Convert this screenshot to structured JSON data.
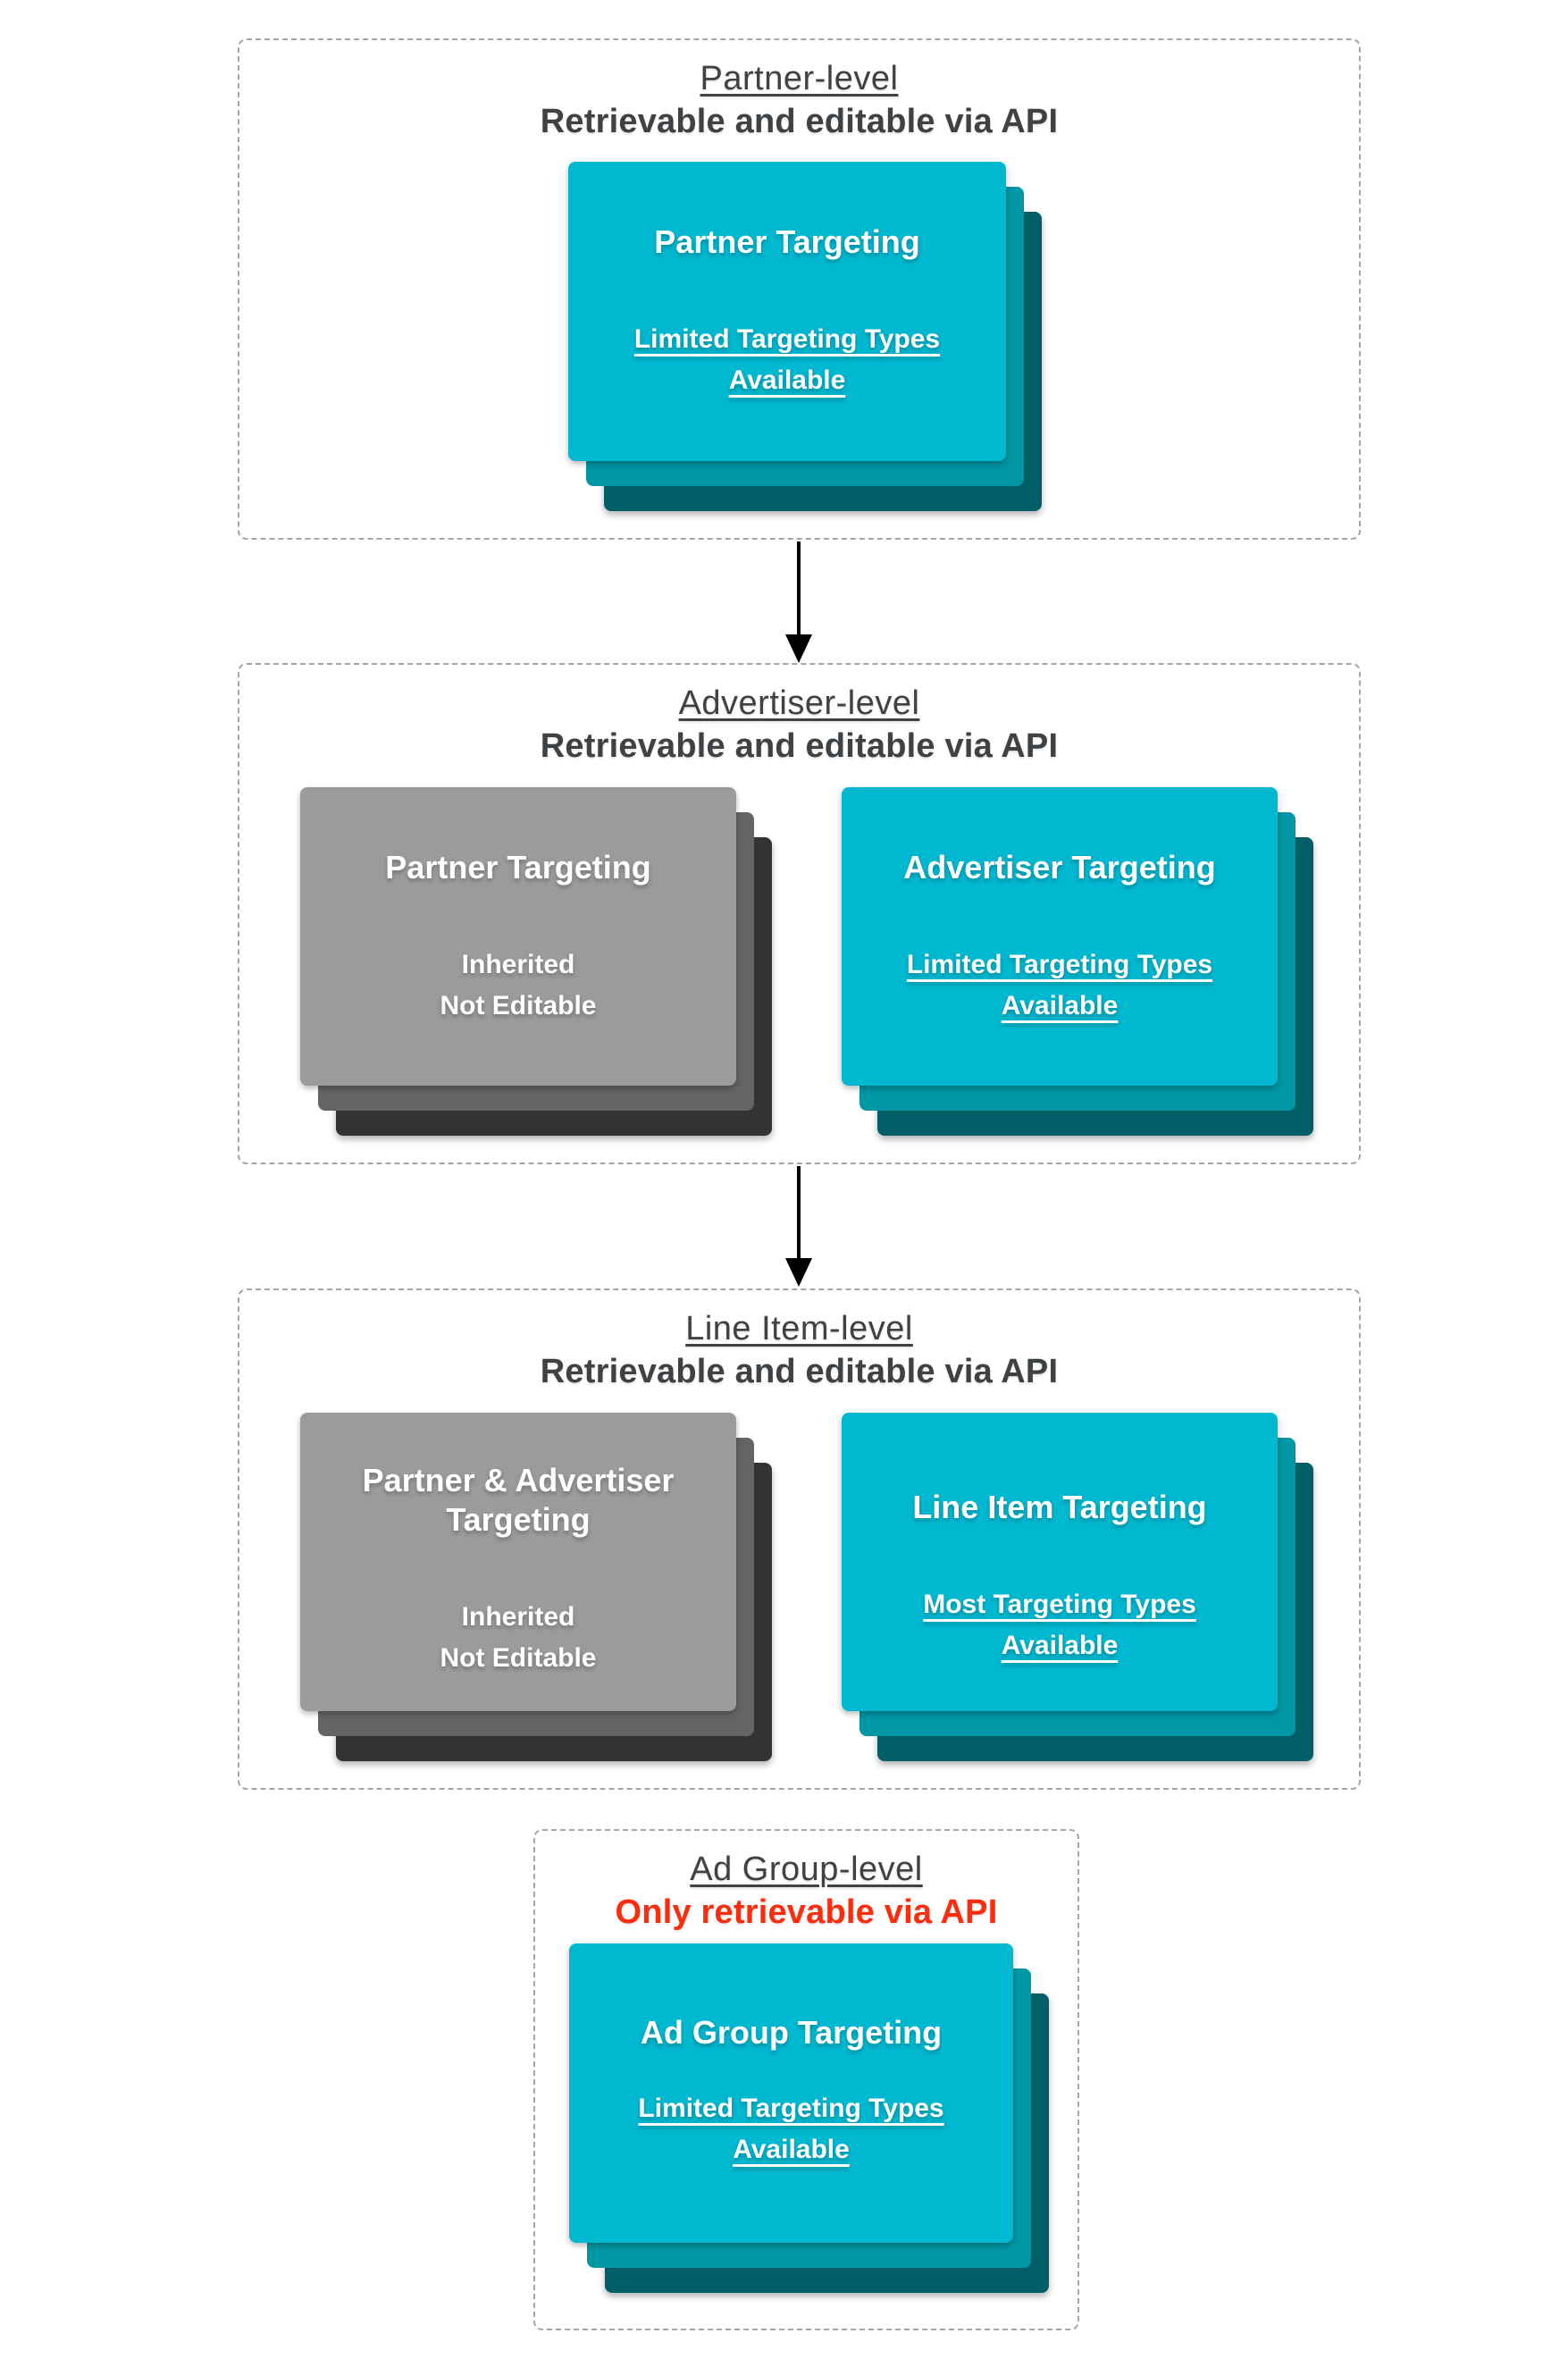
{
  "diagram": {
    "sections": [
      {
        "level_label": "Partner-level",
        "access_label": "Retrievable and editable via API",
        "cards": [
          {
            "variant": "teal",
            "title_lines": [
              "Partner Targeting"
            ],
            "body_lines": [
              "Limited Targeting Types",
              "Available"
            ],
            "body_style": "link"
          }
        ]
      },
      {
        "level_label": "Advertiser-level",
        "access_label": "Retrievable and editable via API",
        "cards": [
          {
            "variant": "gray",
            "title_lines": [
              "Partner Targeting"
            ],
            "body_lines": [
              "Inherited",
              "Not Editable"
            ],
            "body_style": "plain"
          },
          {
            "variant": "teal",
            "title_lines": [
              "Advertiser Targeting"
            ],
            "body_lines": [
              "Limited Targeting Types",
              "Available"
            ],
            "body_style": "link"
          }
        ]
      },
      {
        "level_label": "Line Item-level",
        "access_label": "Retrievable and editable via API",
        "cards": [
          {
            "variant": "gray",
            "title_lines": [
              "Partner & Advertiser",
              "Targeting"
            ],
            "body_lines": [
              "Inherited",
              "Not Editable"
            ],
            "body_style": "plain"
          },
          {
            "variant": "teal",
            "title_lines": [
              "Line Item Targeting"
            ],
            "body_lines": [
              "Most Targeting Types",
              "Available"
            ],
            "body_style": "link"
          }
        ]
      },
      {
        "level_label": "Ad Group-level",
        "access_label": "Only retrievable via API",
        "cards": [
          {
            "variant": "teal",
            "title_lines": [
              "Ad Group Targeting"
            ],
            "body_lines": [
              "Limited Targeting Types",
              "Available"
            ],
            "body_style": "link"
          }
        ]
      }
    ],
    "colors": {
      "card_teal": "#00B8D0",
      "card_teal_shadow1": "#0097A4",
      "card_teal_shadow2": "#005F66",
      "card_gray": "#9B9B9B",
      "card_gray_shadow1": "#646464",
      "card_gray_shadow2": "#333333",
      "heading_text": "#3F4245",
      "restricted_text": "#FA2D0E",
      "card_text": "#FFFFFF",
      "dashed_border": "#A6A6A6",
      "arrow": "#000000"
    }
  }
}
